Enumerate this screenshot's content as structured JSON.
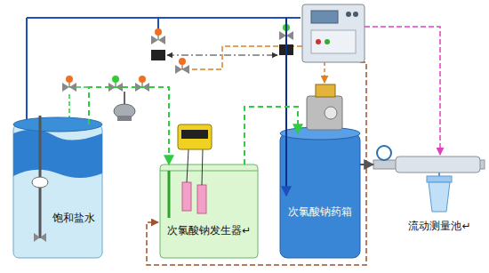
{
  "diagram": {
    "nodes": [
      {
        "text": [
          "饱和盐水"
        ]
      },
      {
        "text": [
          "次氯酸钠发生器↵"
        ]
      },
      {
        "text": [
          "次氯酸钠药箱"
        ]
      },
      {
        "text": [
          "流动测量池↵"
        ]
      }
    ],
    "edges": [
      {
        "from": 0,
        "to": 1,
        "arrow": "to"
      },
      {
        "from": 1,
        "to": 2,
        "arrow": "to"
      },
      {
        "from": 2,
        "to": 3,
        "arrow": "to"
      }
    ]
  }
}
